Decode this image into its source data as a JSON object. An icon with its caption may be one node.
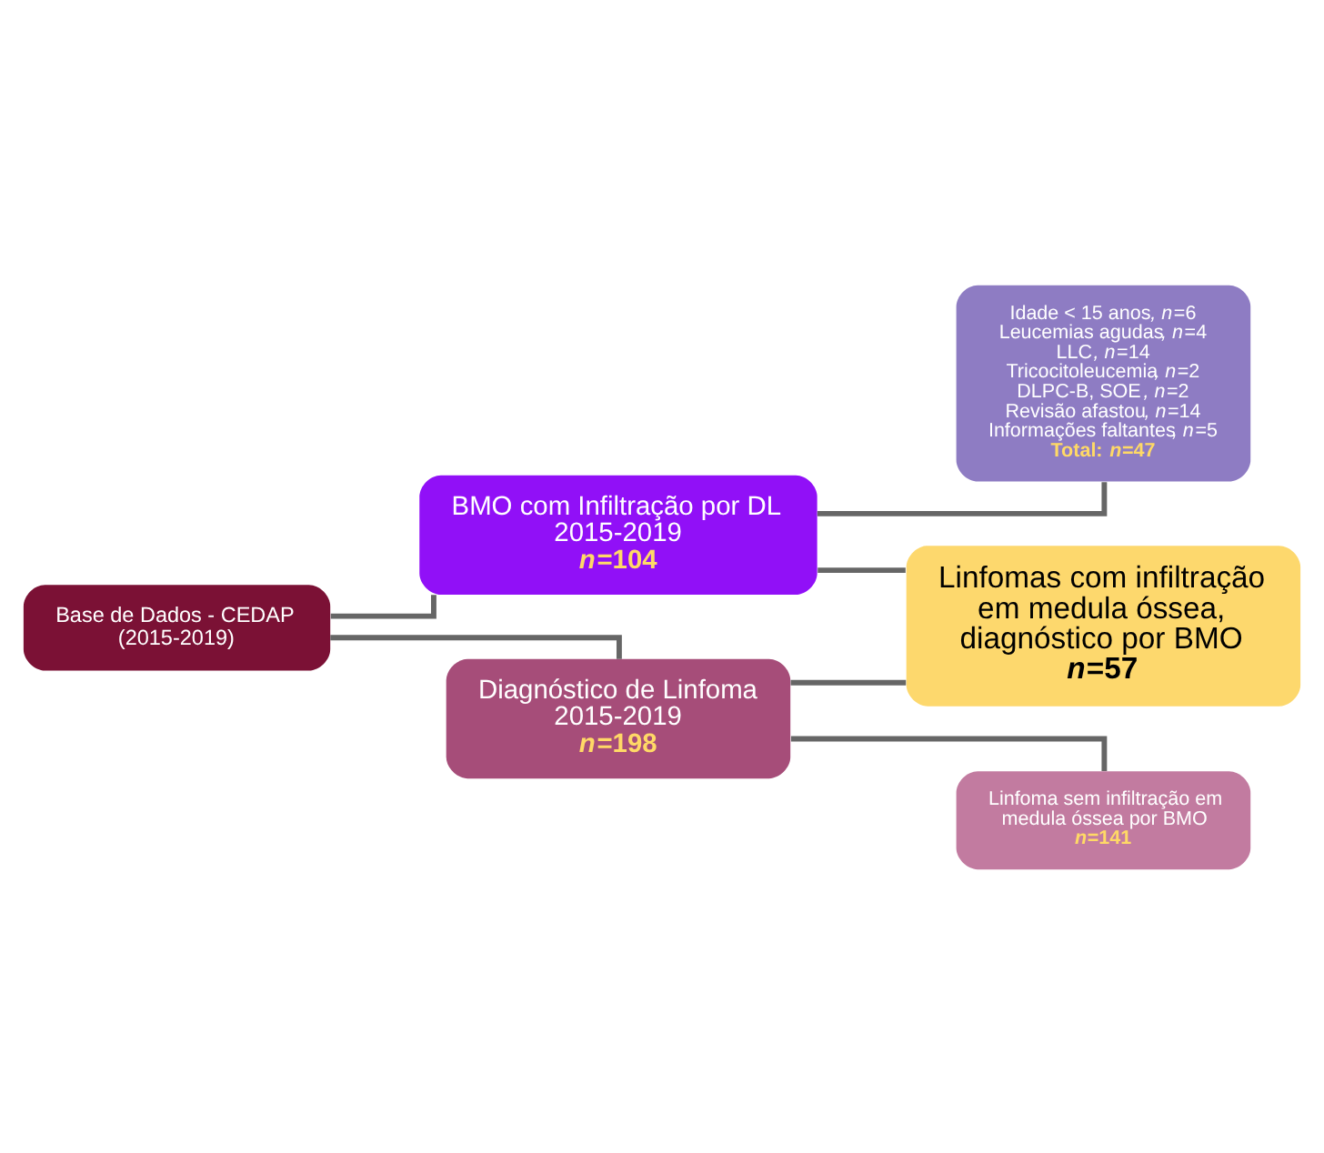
{
  "diagram": {
    "nodes": [
      {
        "text": [
          "Base de Dados - CEDAP (2015-2019)"
        ]
      },
      {
        "text": [
          "BMO com Infiltração por DL",
          "2015-2019",
          "***n*=104**"
        ]
      },
      {
        "text": [
          "Idade < 15 anos, *n*=6",
          "Leucemias agudas, *n*=4",
          "LLC, *n*=14",
          "Tricocitoleucemia, *n*=2",
          "DLPC-B, SOE, *n*=2",
          "Revisão afastou, *n*=14",
          "Informações faltantes, *n*=5",
          "**Total: *n*=47**"
        ]
      },
      {
        "text": [
          "Linfomas com infiltração em medula óssea, diagnóstico por BMO",
          "***n*=57**"
        ]
      },
      {
        "text": [
          "Linfoma sem infiltração em medula óssea por BMO",
          "***n*=141**"
        ]
      },
      {
        "text": [
          "Diagnóstico de Linfoma",
          "2015-2019",
          "***n*=198**"
        ]
      }
    ],
    "edges": [
      {
        "from": 0,
        "to": 1,
        "arrow": "none"
      },
      {
        "from": 0,
        "to": 5,
        "arrow": "none"
      },
      {
        "from": 1,
        "to": 2,
        "arrow": "none"
      },
      {
        "from": 1,
        "to": 3,
        "arrow": "none"
      },
      {
        "from": 5,
        "to": 3,
        "arrow": "none"
      },
      {
        "from": 5,
        "to": 4,
        "arrow": "none"
      }
    ]
  }
}
